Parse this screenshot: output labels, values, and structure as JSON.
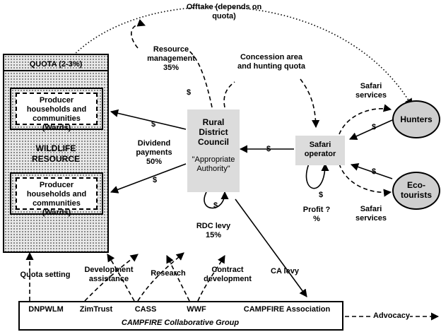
{
  "wildlife": {
    "quota_label": "QUOTA (2-3%)",
    "resource_label": "WILDLIFE RESOURCE",
    "producers_top": "Producer households and communities (Wards)",
    "producers_bottom": "Producer households and communities (Wards)"
  },
  "rdc": {
    "title": "Rural District Council",
    "subtitle": "\"Appropriate Authority\""
  },
  "safari_operator": "Safari operator",
  "hunters": "Hunters",
  "ecotourists": "Eco-tourists",
  "flows": {
    "offtake": "Offtake (depends on quota)",
    "resource_management": "Resource management 35%",
    "concession": "Concession area and hunting quota",
    "safari_services_top": "Safari services",
    "safari_services_bottom": "Safari services",
    "dividend": "Dividend payments 50%",
    "rdc_levy": "RDC levy 15%",
    "profit": "Profit ?%",
    "ca_levy": "CA levy",
    "quota_setting": "Quota setting",
    "development_assistance": "Development assistance",
    "research": "Research",
    "contract_development": "Contract development",
    "advocacy": "Advocacy",
    "money": "$"
  },
  "group": {
    "members": [
      "DNPWLM",
      "ZimTrust",
      "CASS",
      "WWF",
      "CAMPFIRE Association"
    ],
    "title": "CAMPFIRE Collaborative Group"
  }
}
